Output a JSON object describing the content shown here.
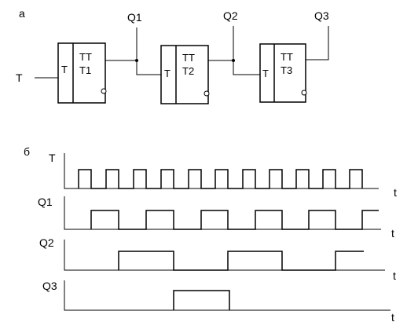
{
  "labels": {
    "part_a": "а",
    "part_b": "б",
    "clock_input": "T",
    "q1": "Q1",
    "q2": "Q2",
    "q3": "Q3"
  },
  "flipflops": [
    {
      "input_label": "T",
      "type_label": "TT",
      "name_label": "T1"
    },
    {
      "input_label": "T",
      "type_label": "TT",
      "name_label": "T2"
    },
    {
      "input_label": "T",
      "type_label": "TT",
      "name_label": "T3"
    }
  ],
  "timing": {
    "time_axis_label": "t",
    "signals": [
      {
        "label": "T"
      },
      {
        "label": "Q1"
      },
      {
        "label": "Q2"
      },
      {
        "label": "Q3"
      }
    ]
  }
}
